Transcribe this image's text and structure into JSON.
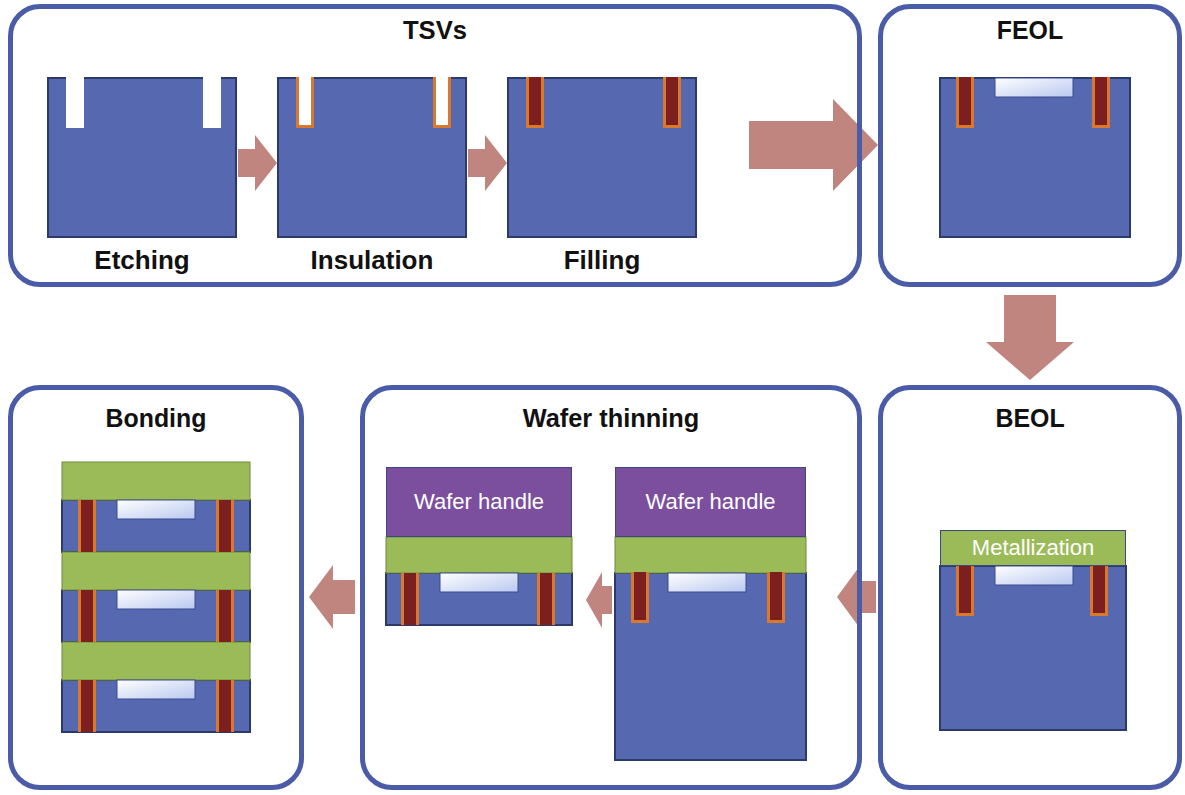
{
  "diagram": {
    "nodes": [
      {
        "text": [
          "TSVs"
        ]
      },
      {
        "text": [
          "Etching"
        ],
        "in": 0
      },
      {
        "text": [
          "Insulation"
        ],
        "in": 0
      },
      {
        "text": [
          "Filling"
        ],
        "in": 0
      },
      {
        "text": [
          "FEOL"
        ]
      },
      {
        "text": [
          "BEOL"
        ]
      },
      {
        "text": [
          "Metallization"
        ],
        "in": 5
      },
      {
        "text": [
          "Wafer thinning"
        ]
      },
      {
        "text": [
          "Wafer handle"
        ],
        "in": 7
      },
      {
        "text": [
          "Wafer handle"
        ],
        "in": 7
      },
      {
        "text": [
          "Bonding"
        ]
      }
    ],
    "edges": [
      {
        "from": 1,
        "to": 2,
        "arrow": "to"
      },
      {
        "from": 2,
        "to": 3,
        "arrow": "to"
      },
      {
        "from": 0,
        "to": 4,
        "arrow": "to"
      },
      {
        "from": 4,
        "to": 5,
        "arrow": "to"
      },
      {
        "from": 5,
        "to": 7,
        "arrow": "to"
      },
      {
        "from": 9,
        "to": 8,
        "arrow": "to"
      },
      {
        "from": 7,
        "to": 10,
        "arrow": "to"
      }
    ]
  }
}
